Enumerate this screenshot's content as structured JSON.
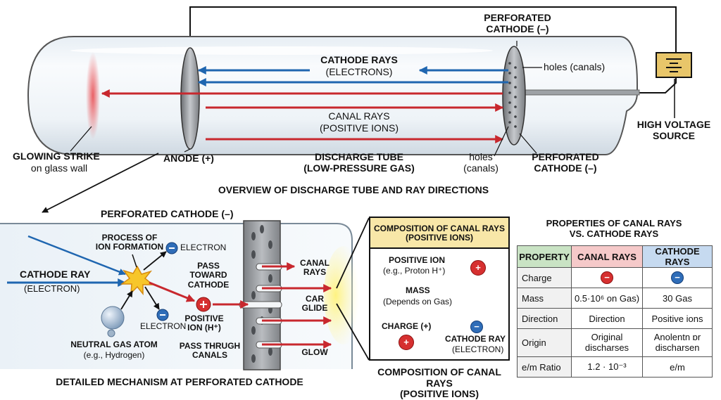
{
  "labels": {
    "top_cathode": "PERFORATED\nCATHODE (–)",
    "holes_top": "holes (canals)",
    "cathode_rays": "CATHODE RAYS",
    "electrons": "(ELECTRONS)",
    "canal_rays": "CANAL RAYS",
    "positive_ions": "(POSITIVE IONS)",
    "high_voltage": "HIGH VOLTAGE\nSOURCE",
    "glow_strike": "GLOWING STRIKE",
    "glow_strike_sub": "on glass wall",
    "anode": "ANODE (+)",
    "discharge_tube": "DISCHARGE TUBE\n(LOW-PRESSURE GAS)",
    "holes_bottom": "holes\n(canals)",
    "bottom_cathode": "PERFORATED\nCATHODE (–)",
    "overview": "OVERVIEW OF DISCHARGE TUBE AND RAY DIRECTIONS"
  },
  "detail": {
    "cathode_label": "PERFORATED CATHODE (–)",
    "process": "PROCESS OF\nION FORMATION",
    "electron_1": "ELECTRON",
    "cathode_ray": "CATHODE RAY",
    "cathode_ray_sub": "(ELECTRON)",
    "pass_toward": "PASS\nTOWARD\nCATHODE",
    "electron_2": "ELECTRON",
    "positive_ion": "POSITIVE\nION (H⁺)",
    "neutral_atom": "NEUTRAL GAS ATOM",
    "neutral_atom_sub": "(e.g., Hydrogen)",
    "pass_through": "PASS THRUGH\nCANALS",
    "out_canal": "CANAL\nRAYS",
    "out_car": "CAR\nGLIDE",
    "out_glow": "GLOW",
    "caption": "DETAILED MECHANISM AT PERFORATED CATHODE"
  },
  "composition": {
    "title": "COMPOSITION OF CANAL RAYS\n(POSITIVE IONS)",
    "positive_ion": "POSITIVE ION",
    "positive_ion_sub": "(e.g., Proton H⁺)",
    "mass": "MASS",
    "mass_sub": "(Depends on Gas)",
    "charge": "CHARGE (+)",
    "cathode_ray": "CATHODE RAY",
    "cathode_ray_sub": "(ELECTRON)",
    "caption": "COMPOSITION OF CANAL RAYS\n(POSITIVE IONS)"
  },
  "properties": {
    "title": "PROPERTIES OF CANAL RAYS\nVS. CATHODE RAYS",
    "headers": [
      "PROPERTY",
      "CANAL RAYS",
      "CATHODE RAYS"
    ],
    "rows": [
      [
        "Charge",
        "",
        ""
      ],
      [
        "Mass",
        "0.5·10⁶ on Gas)",
        "30 Gas"
      ],
      [
        "Direction",
        "Direction",
        "Positive ions"
      ],
      [
        "Origin",
        "Original\ndischarses",
        "Anolentn ɒr\ndischarsen"
      ],
      [
        "e/m Ratio",
        "1.2 · 10⁻³",
        "e/m"
      ]
    ]
  },
  "colors": {
    "canal_red": "#c8282e",
    "cathode_blue": "#1f66b0",
    "ion_red": "#d63030",
    "electron_blue": "#2f6db8",
    "battery": "#e8c66a"
  },
  "signs": {
    "plus": "+",
    "minus": "−"
  }
}
